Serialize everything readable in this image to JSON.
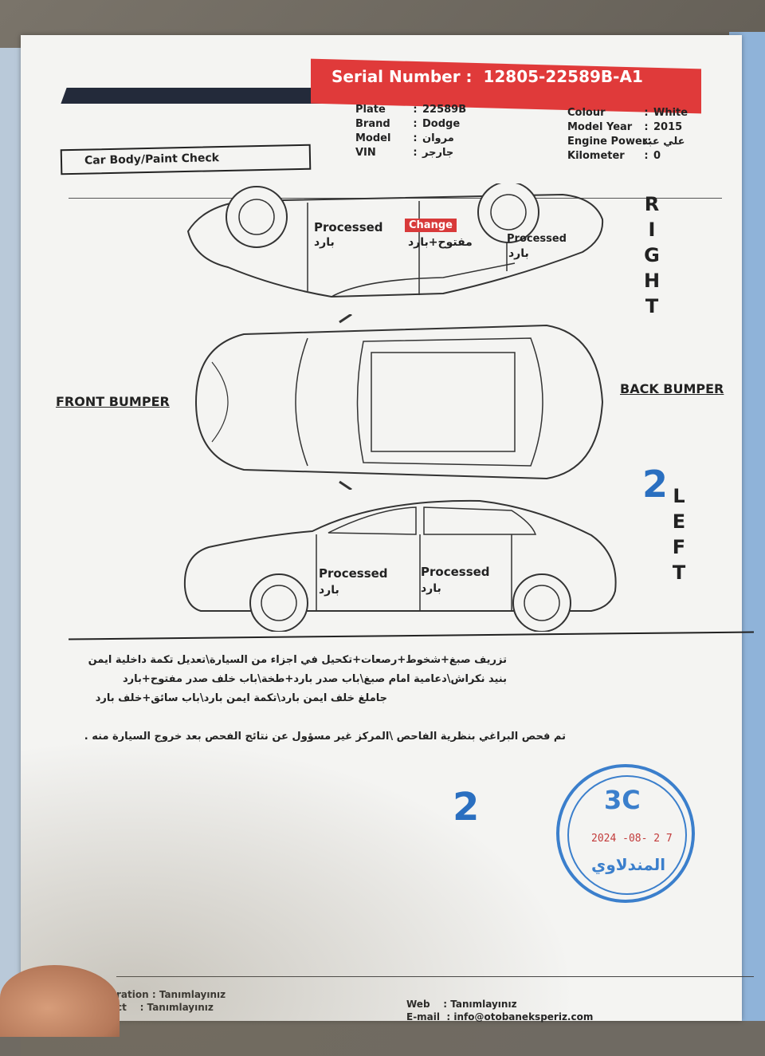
{
  "header": {
    "serial_label": "Serial Number :",
    "serial_value": "12805-22589B-A1"
  },
  "vehicle": {
    "plate_label": "Plate",
    "plate_value": "22589B",
    "brand_label": "Brand",
    "brand_value": "Dodge",
    "model_label": "Model",
    "model_value": "مروان",
    "vin_label": "VIN",
    "vin_value": "جارجر",
    "colour_label": "Colour",
    "colour_value": "White",
    "year_label": "Model Year",
    "year_value": "2015",
    "engine_label": "Engine Power:",
    "engine_value": "علي عبد",
    "km_label": "Kilometer",
    "km_value": "0",
    "sep": ":"
  },
  "section": {
    "title": "Car Body/Paint Check"
  },
  "diagram": {
    "right_letters": [
      "R",
      "I",
      "G",
      "H",
      "T"
    ],
    "left_letters": [
      "L",
      "E",
      "F",
      "T"
    ],
    "front_bumper": "FRONT BUMPER",
    "back_bumper": "BACK BUMPER",
    "right_side": {
      "p1": "Processed",
      "p1_ar": "بارد",
      "change": "Change",
      "change_ar": "مفتوح+بارد",
      "p2": "Processed",
      "p2_ar": "بارد"
    },
    "left_side": {
      "p1": "Processed",
      "p1_ar": "بارد",
      "p2": "Processed",
      "p2_ar": "بارد"
    },
    "handwritten_2_a": "2",
    "handwritten_2_b": "2"
  },
  "notes": {
    "line1": "تزريف صبغ+شخوط+رصعات+تكحيل في اجزاء من السيارة\\تعديل تكمة داخلية ايمن",
    "line2": "بنيد نكراش\\دعامية امام صبغ\\باب صدر بارد+طخة\\باب خلف صدر مفتوح+بارد",
    "line3": "جاملغ خلف ايمن بارد\\تكمة ايمن بارد\\باب سائق+خلف بارد",
    "disclaimer": "تم فحص البراغي بنظرية الفاحص \\المركز غير مسؤول عن نتائج الفحص بعد خروج السيارة منه ."
  },
  "stamp": {
    "code": "3C",
    "date": "2024 -08- 2 7",
    "name": "المندلاوي"
  },
  "footer": {
    "l1_label": "ration",
    "l1_value": ": Tanımlayınız",
    "l2_label": "ct",
    "l2_value": ": Tanımlayınız",
    "web_label": "Web",
    "web_value": ": Tanımlayınız",
    "mail_label": "E-mail",
    "mail_value": ": info@otobaneksperiz.com"
  },
  "colors": {
    "red": "#e03a3a",
    "navy": "#232a3a",
    "stamp_blue": "#3b7fcc"
  }
}
